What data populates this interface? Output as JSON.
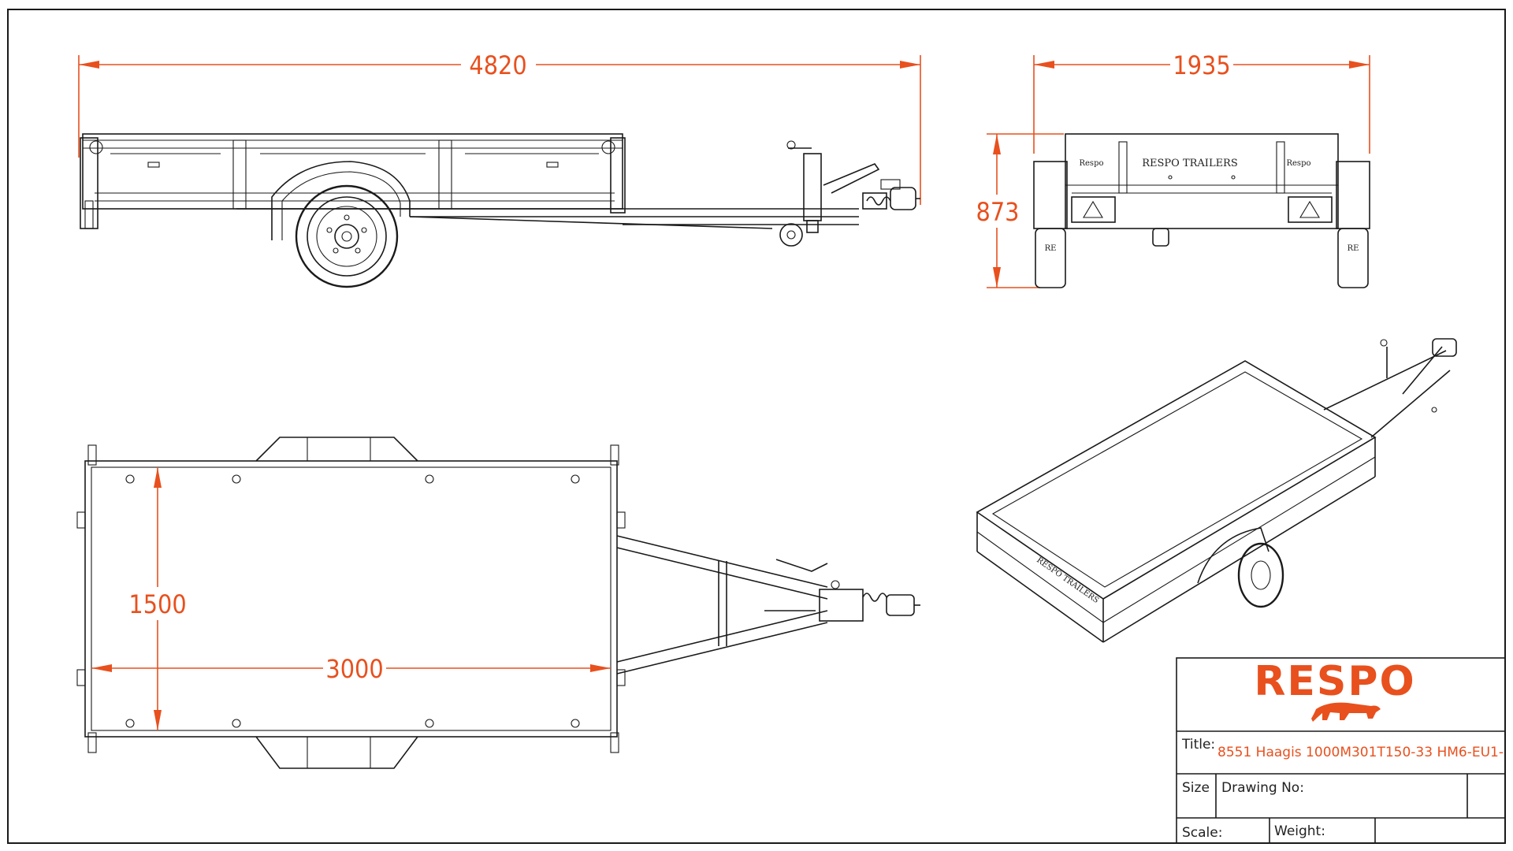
{
  "dimensions": {
    "overall_length": "4820",
    "overall_width": "1935",
    "height": "873",
    "box_width": "1500",
    "box_length": "3000"
  },
  "markings": {
    "front_panel_text": "RESPO TRAILERS",
    "front_panel_badge": "Respo",
    "iso_panel_text": "RESPO TRAILERS"
  },
  "title_block": {
    "logo_text": "RESPO",
    "title_label": "Title:",
    "title_value": "8551 Haagis 1000M301T150-33 HM6-EU1-",
    "size_label": "Size",
    "drawing_no_label": "Drawing No:",
    "scale_label": "Scale:",
    "weight_label": "Weight:"
  },
  "colors": {
    "accent": "#e8501e",
    "line": "#1a1a1a",
    "background": "#ffffff"
  }
}
